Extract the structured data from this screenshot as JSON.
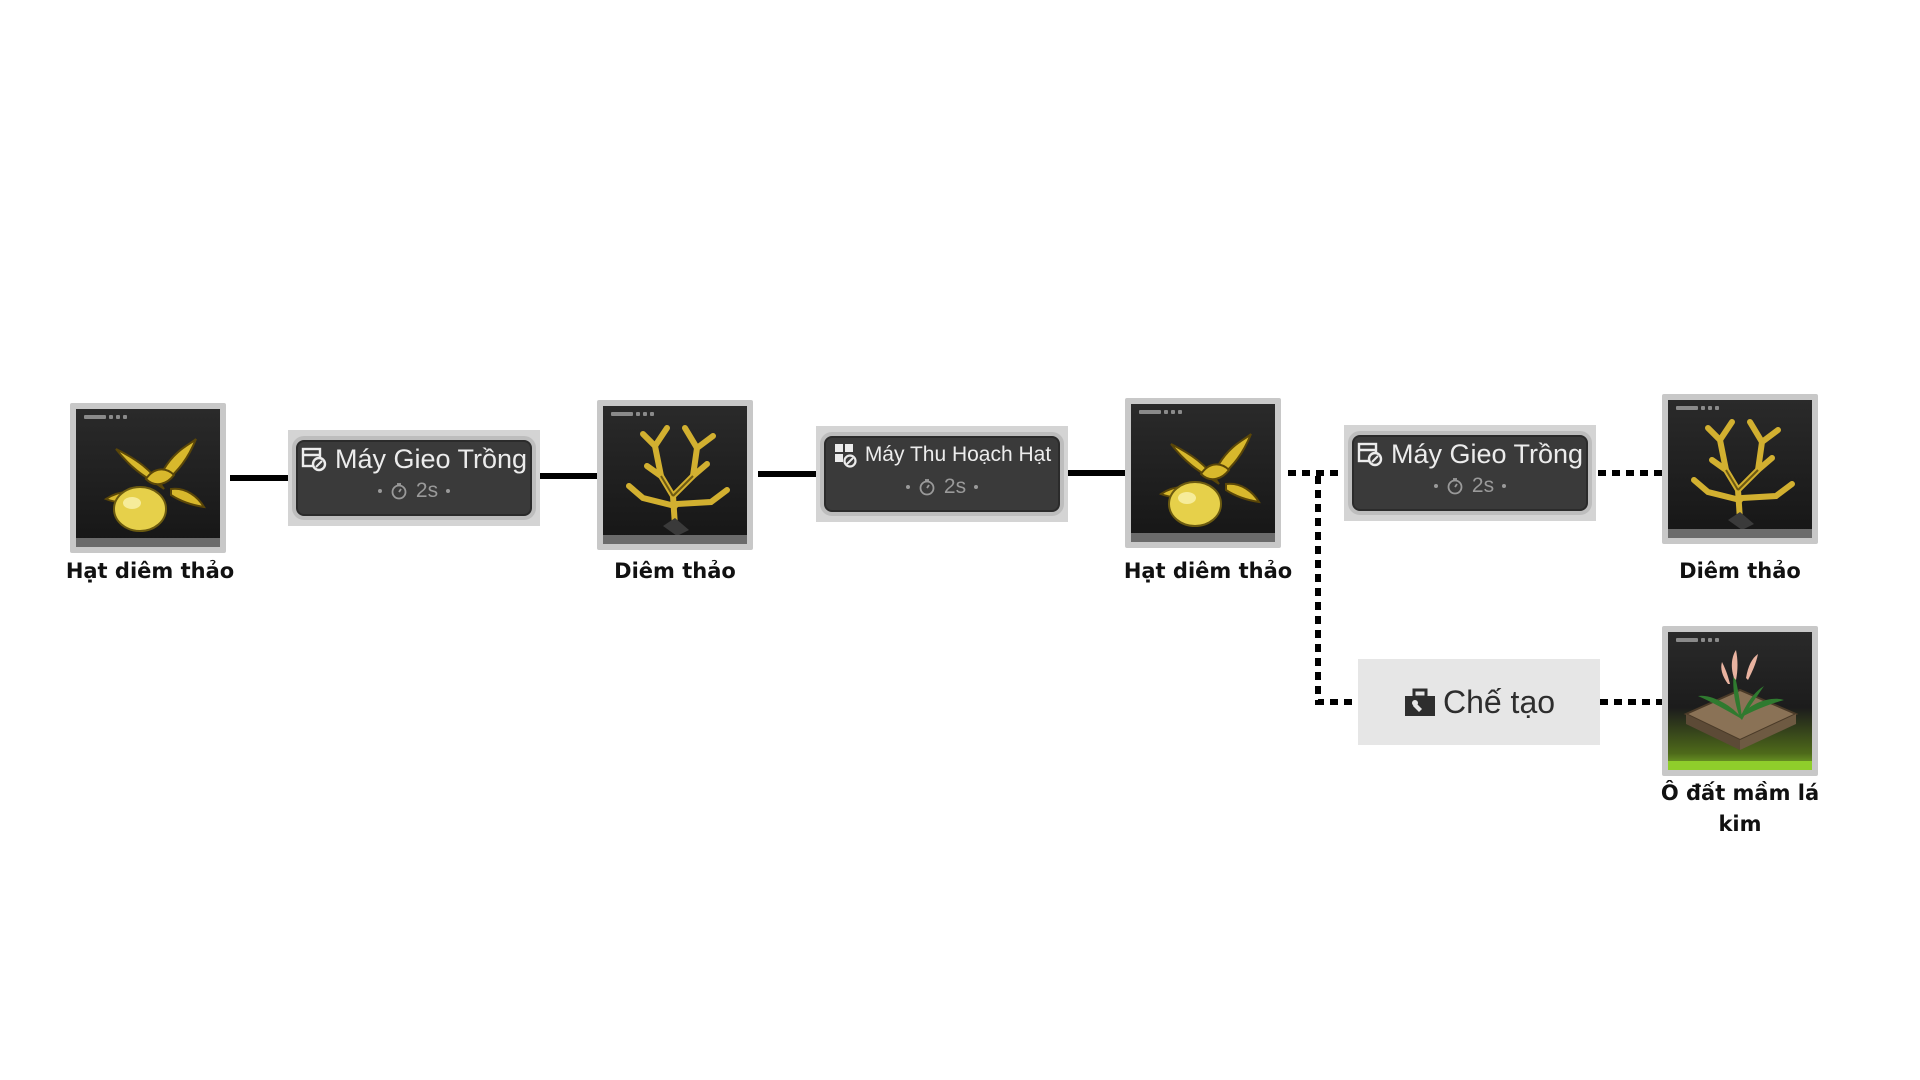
{
  "items": {
    "seed_1": "Hạt diêm thảo",
    "herb_1": "Diêm thảo",
    "seed_2": "Hạt diêm thảo",
    "herb_2": "Diêm thảo",
    "plot": "Ô đất mầm lá kim"
  },
  "machines": {
    "planter_1": {
      "name": "Máy Gieo Trồng",
      "time": "2s",
      "icon": "planter-icon"
    },
    "harvester": {
      "name": "Máy Thu Hoạch Hạt",
      "time": "2s",
      "icon": "seed-harvester-icon"
    },
    "planter_2": {
      "name": "Máy Gieo Trồng",
      "time": "2s",
      "icon": "planter-icon"
    }
  },
  "craft": {
    "label": "Chế tạo",
    "icon": "toolbox-icon"
  },
  "colors": {
    "gold": "#e2c43a",
    "node_bg": "#1e1e1e",
    "green_accent": "#8fce2b",
    "connector": "#000000"
  }
}
